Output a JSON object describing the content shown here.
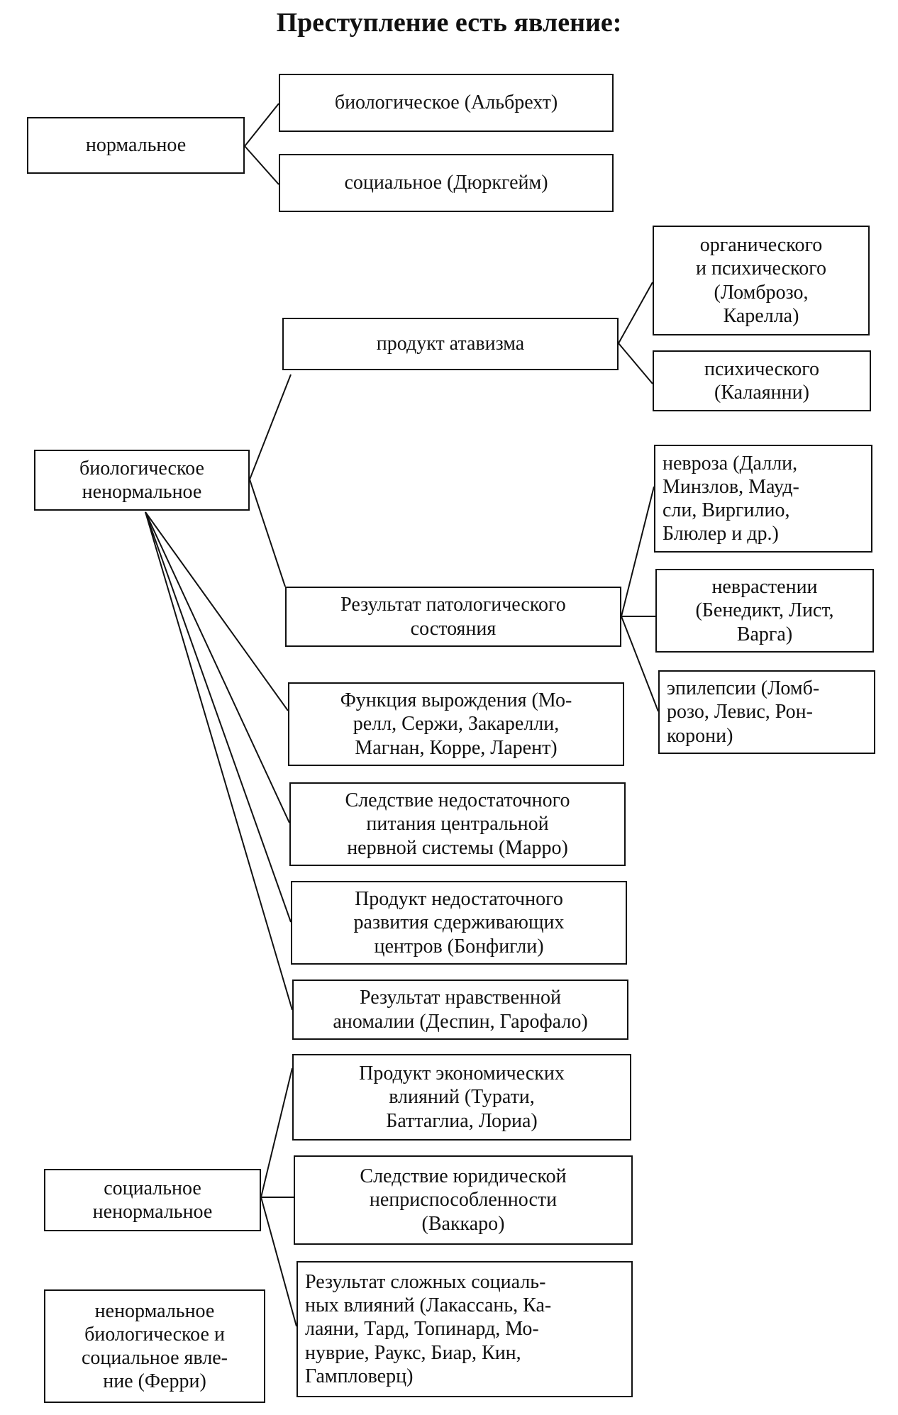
{
  "title": "Преступление есть явление:",
  "colors": {
    "ink": "#111111",
    "background": "#ffffff"
  },
  "nodes": {
    "normal": "нормальное",
    "normal_bio": "биологическое (Альбрехт)",
    "normal_soc": "социальное (Дюркгейм)",
    "bio_abnormal": "биологическое\nненормальное",
    "atavism": "продукт атавизма",
    "atavism_organic": "органического\nи психического\n(Ломброзо,\nКарелла)",
    "atavism_psychic": "психического\n(Калаянни)",
    "pathology": "Результат патологического\nсостояния",
    "neurosis": "невроза (Далли,\nМинзлов, Мауд-\nсли, Виргилио,\nБлюлер и др.)",
    "neurasthenia": "неврастении\n(Бенедикт, Лист,\nВарга)",
    "epilepsy": "эпилепсии (Ломб-\nрозо, Левис, Рон-\nкорони)",
    "degeneration": "Функция вырождения (Мо-\nрелл, Сержи, Закарелли,\nМагнан, Корре, Ларент)",
    "nutrition": "Следствие недостаточного\nпитания центральной\nнервной системы (Марро)",
    "inhibition": "Продукт недостаточного\nразвития сдерживающих\nцентров (Бонфигли)",
    "moral": "Результат нравственной\nаномалии (Деспин, Гарофало)",
    "soc_abnormal": "социальное\nненормальное",
    "economic": "Продукт экономических\nвлияний (Турати,\nБаттаглиа, Лориа)",
    "legal": "Следствие юридической\nнеприспособленности\n(Ваккаро)",
    "complex": "Результат сложных социаль-\nных влияний (Лакассань, Ка-\nлаяни, Тард, Топинард, Мо-\nнуврие, Раукс, Биар, Кин,\nГампловерц)",
    "ferri": "ненормальное\nбиологическое и\nсоциальное явле-\nние (Ферри)"
  }
}
